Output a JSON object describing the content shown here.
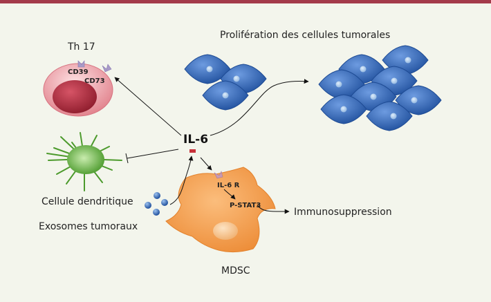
{
  "labels": {
    "th17": "Th 17",
    "cd39": "CD39",
    "cd73": "CD73",
    "proliferation": "Prolifération des cellules tumorales",
    "il6": "IL-6",
    "dendritic": "Cellule dendritique",
    "il6r": "IL-6 R",
    "pstat3": "P-STAT3",
    "immunosuppression": "Immunosuppression",
    "exosomes": "Exosomes tumoraux",
    "mdsc": "MDSC"
  },
  "colors": {
    "top_bar": "#a33a4a",
    "background": "#f3f5ec",
    "tumor_cell": "#3a72c4",
    "tumor_nucleus": "#a8c8ea",
    "th17_outer": "#e89aa0",
    "th17_nucleus": "#a5283a",
    "receptor": "#a89ac8",
    "dendritic": "#5aa83a",
    "mdsc": "#f39c4a",
    "il6_marker": "#c8323a",
    "exosome": "#3a6ec0"
  }
}
